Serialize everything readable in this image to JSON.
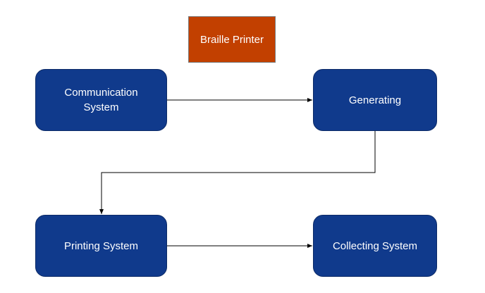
{
  "title": {
    "label": "Braille Printer",
    "color": "#c24000"
  },
  "node_color": "#103a8c",
  "edge_color": "#000000",
  "nodes": {
    "communication": {
      "label": "Communication\nSystem"
    },
    "generating": {
      "label": "Generating"
    },
    "printing": {
      "label": "Printing System"
    },
    "collecting": {
      "label": "Collecting System"
    }
  },
  "edges": [
    {
      "from": "Communication System",
      "to": "Generating"
    },
    {
      "from": "Generating",
      "to": "Printing System"
    },
    {
      "from": "Printing System",
      "to": "Collecting System"
    }
  ]
}
